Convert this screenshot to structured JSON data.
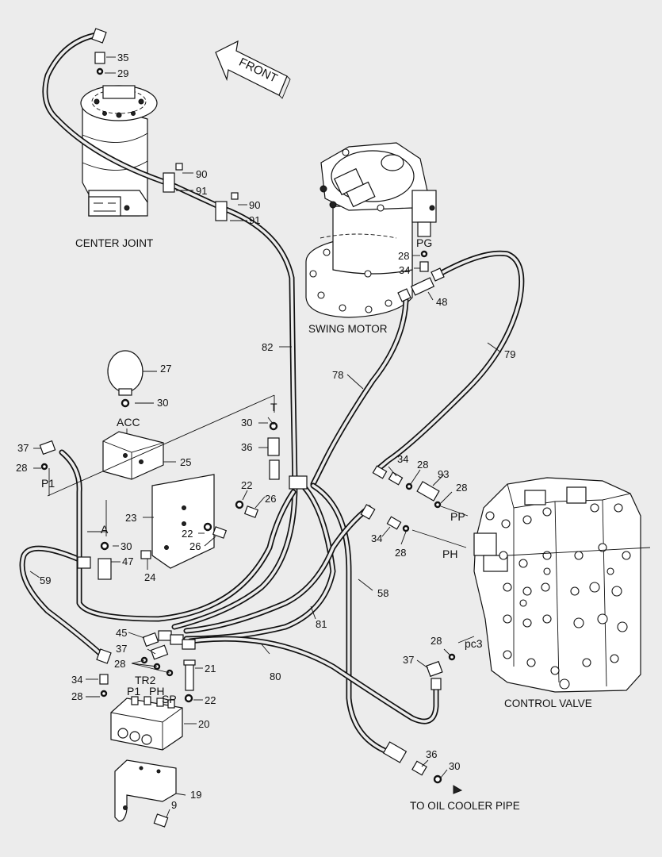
{
  "captions": {
    "center_joint": "CENTER JOINT",
    "swing_motor": "SWING MOTOR",
    "control_valve": "CONTROL VALVE",
    "oil_cooler": "TO OIL COOLER PIPE",
    "front": "FRONT"
  },
  "ports": {
    "pg": "PG",
    "t": "T",
    "acc": "ACC",
    "p1_acc": "P1",
    "a": "A",
    "pp": "PP",
    "ph": "PH",
    "pc3": "pc3",
    "tr2": "TR2",
    "p1_block": "P1",
    "ph_block": "PH",
    "sp": "SP"
  },
  "labels": {
    "n35": "35",
    "n29": "29",
    "n90a": "90",
    "n91a": "91",
    "n90b": "90",
    "n91b": "91",
    "n28_pg": "28",
    "n34_pg": "34",
    "n48": "48",
    "n82": "82",
    "n79": "79",
    "n78": "78",
    "n27": "27",
    "n30_acc": "30",
    "n37_acc": "37",
    "n28_acc": "28",
    "n25": "25",
    "n30_t": "30",
    "n36_t": "36",
    "n22a": "22",
    "n26a": "26",
    "n23": "23",
    "n22b": "22",
    "n26b": "26",
    "n30_a": "30",
    "n47": "47",
    "n24": "24",
    "n59": "59",
    "n34_r": "34",
    "n28_r": "28",
    "n93": "93",
    "n28_93": "28",
    "n34_ph": "34",
    "n28_ph": "28",
    "n58": "58",
    "n81": "81",
    "n45": "45",
    "n37_m": "37",
    "n28_m": "28",
    "n21": "21",
    "n22_m": "22",
    "n34_l": "34",
    "n28_l": "28",
    "n80": "80",
    "n20": "20",
    "n19": "19",
    "n9": "9",
    "n28_pc3": "28",
    "n37_pc3": "37",
    "n36_oc": "36",
    "n30_oc": "30"
  }
}
